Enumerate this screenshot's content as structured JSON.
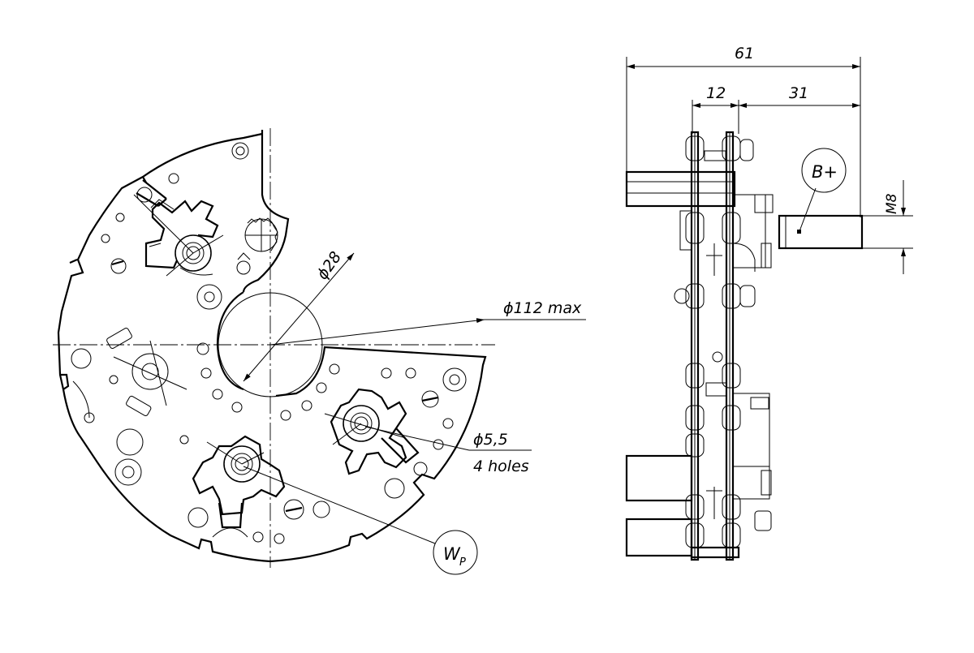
{
  "dimensions": {
    "total_width": "61",
    "inner_width": "12",
    "stud_length": "31",
    "bore_diameter": "ϕ28",
    "outer_diameter": "ϕ112 max",
    "mounting_hole_size": "ϕ5,5",
    "mounting_hole_count": "4 holes",
    "stud_thread": "M8"
  },
  "callouts": {
    "positive_terminal": "B+",
    "phase_terminal": "W",
    "phase_terminal_sub": "P"
  }
}
